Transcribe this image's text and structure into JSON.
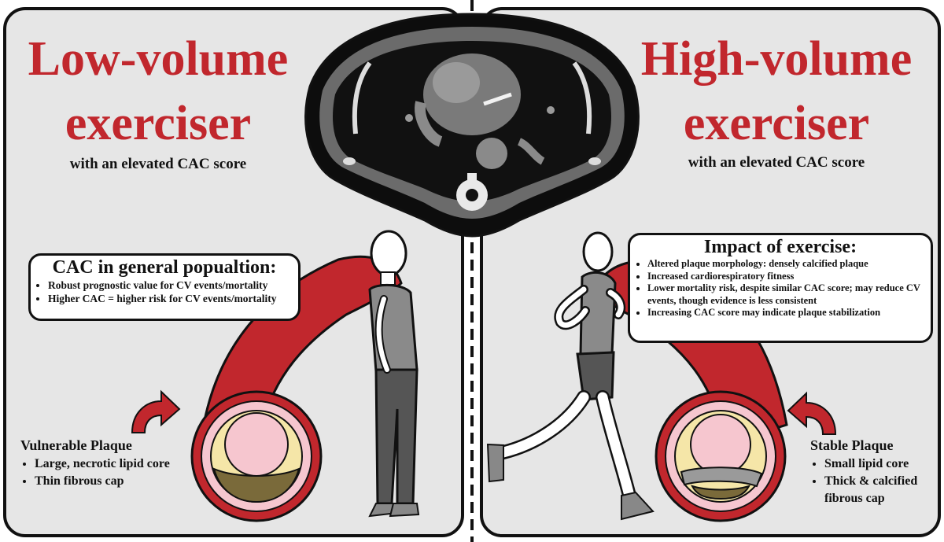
{
  "left": {
    "title_line1": "Low-volume",
    "title_line2": "exerciser",
    "subtitle": "with an elevated CAC score",
    "box": {
      "title": "CAC in general popualtion:",
      "items": [
        "Robust prognostic value for CV events/mortality",
        "Higher CAC = higher risk for CV events/mortality"
      ]
    },
    "plaque": {
      "title": "Vulnerable Plaque",
      "items": [
        "Large, necrotic lipid core",
        "Thin fibrous cap"
      ]
    }
  },
  "right": {
    "title_line1": "High-volume",
    "title_line2": "exerciser",
    "subtitle": "with an elevated CAC score",
    "box": {
      "title": "Impact of exercise:",
      "items": [
        "Altered plaque morphology: densely calcified plaque",
        "Increased cardiorespiratory fitness",
        "Lower mortality risk, despite similar CAC score; may reduce CV events, though evidence is less consistent",
        "Increasing CAC score may indicate plaque stabilization"
      ]
    },
    "plaque": {
      "title": "Stable Plaque",
      "items": [
        "Small lipid core",
        "Thick & calcified fibrous cap"
      ]
    }
  },
  "colors": {
    "accent_red": "#c1272d",
    "panel_bg": "#e6e6e6",
    "artery_red": "#c1272d",
    "lumen_pink": "#f6c6cf",
    "lipid_yellow": "#f5e6a8",
    "necrotic_core": "#7a6a3a",
    "calcified_cap": "#9a9a9a"
  },
  "icons": {
    "ct_scan": "ct-chest-scan-icon",
    "runner": "runner-icon",
    "standing_person": "standing-person-icon",
    "curved_arrow": "curved-arrow-icon"
  }
}
